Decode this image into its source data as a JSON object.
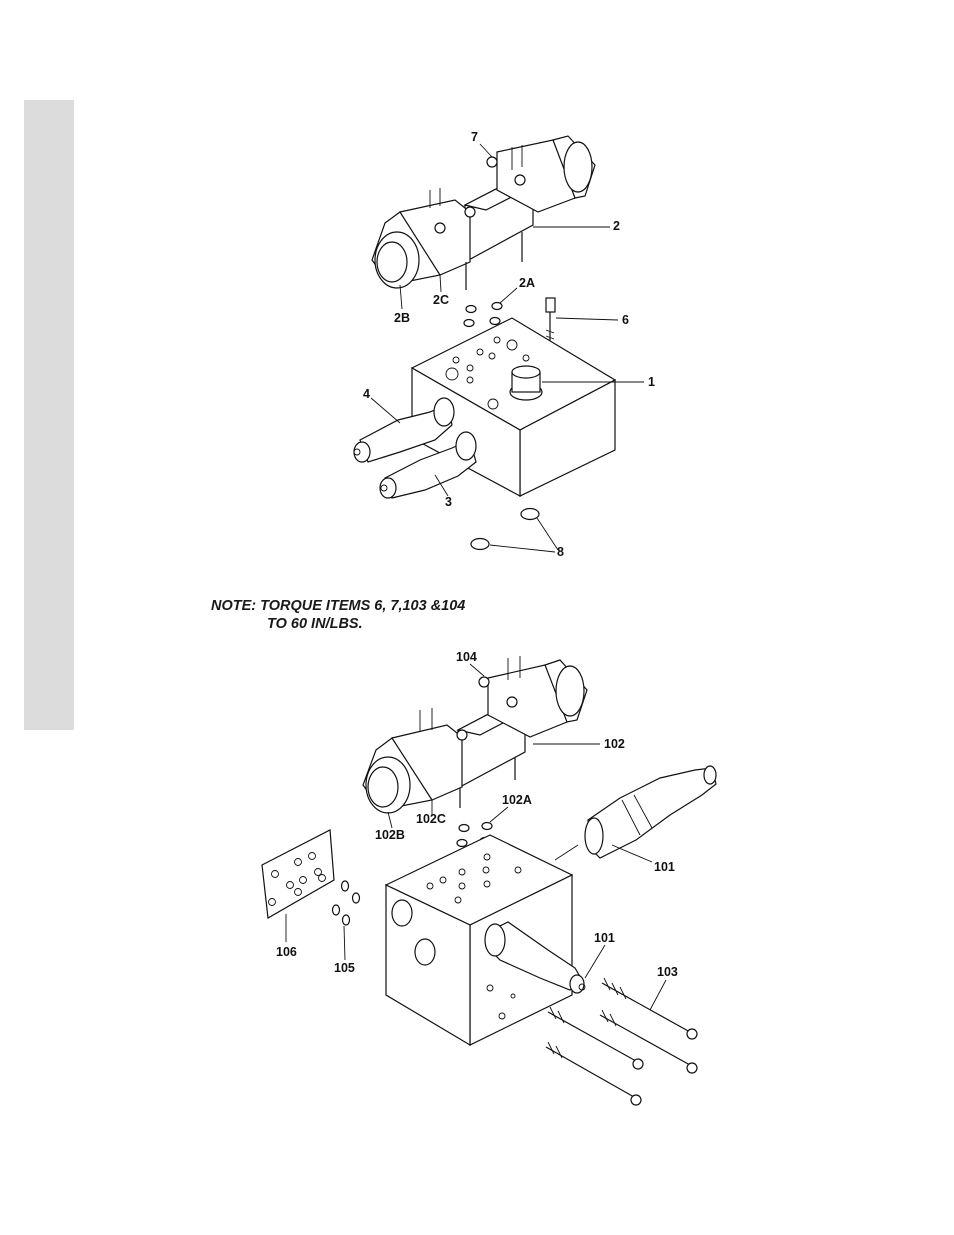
{
  "colors": {
    "sidebar": "#dcdcdc",
    "ink": "#111111",
    "paper": "#ffffff"
  },
  "note": {
    "line1": "NOTE: TORQUE ITEMS 6, 7,103 &104",
    "line2": "TO 60 IN/LBS."
  },
  "top_assembly": {
    "callouts": [
      "7",
      "2",
      "2A",
      "6",
      "1",
      "4",
      "2B",
      "2C",
      "3",
      "8"
    ]
  },
  "bottom_assembly": {
    "callouts": [
      "104",
      "102",
      "102A",
      "102C",
      "102B",
      "101",
      "101",
      "103",
      "106",
      "105"
    ]
  }
}
